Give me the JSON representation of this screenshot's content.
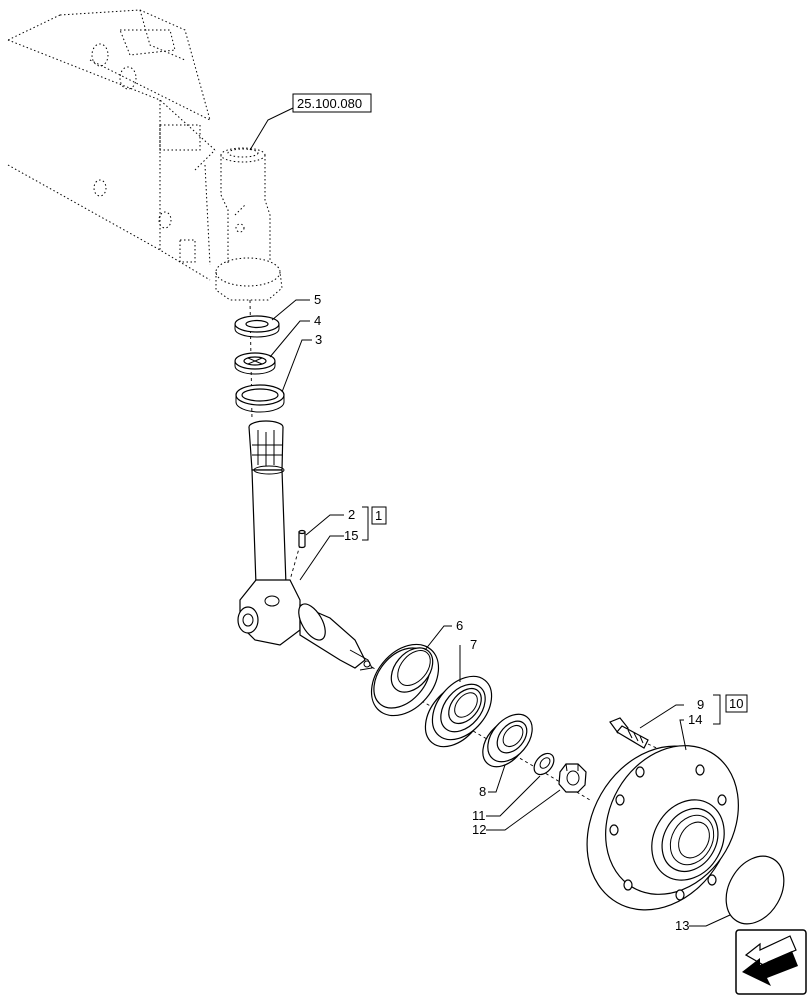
{
  "reference": {
    "label": "25.100.080"
  },
  "callouts": {
    "c1": "1",
    "c2": "2",
    "c3": "3",
    "c4": "4",
    "c5": "5",
    "c6": "6",
    "c7": "7",
    "c8": "8",
    "c9": "9",
    "c10": "10",
    "c11": "11",
    "c12": "12",
    "c13": "13",
    "c14": "14",
    "c15": "15"
  },
  "nav_icon": {
    "name": "next-page-arrow-icon"
  }
}
